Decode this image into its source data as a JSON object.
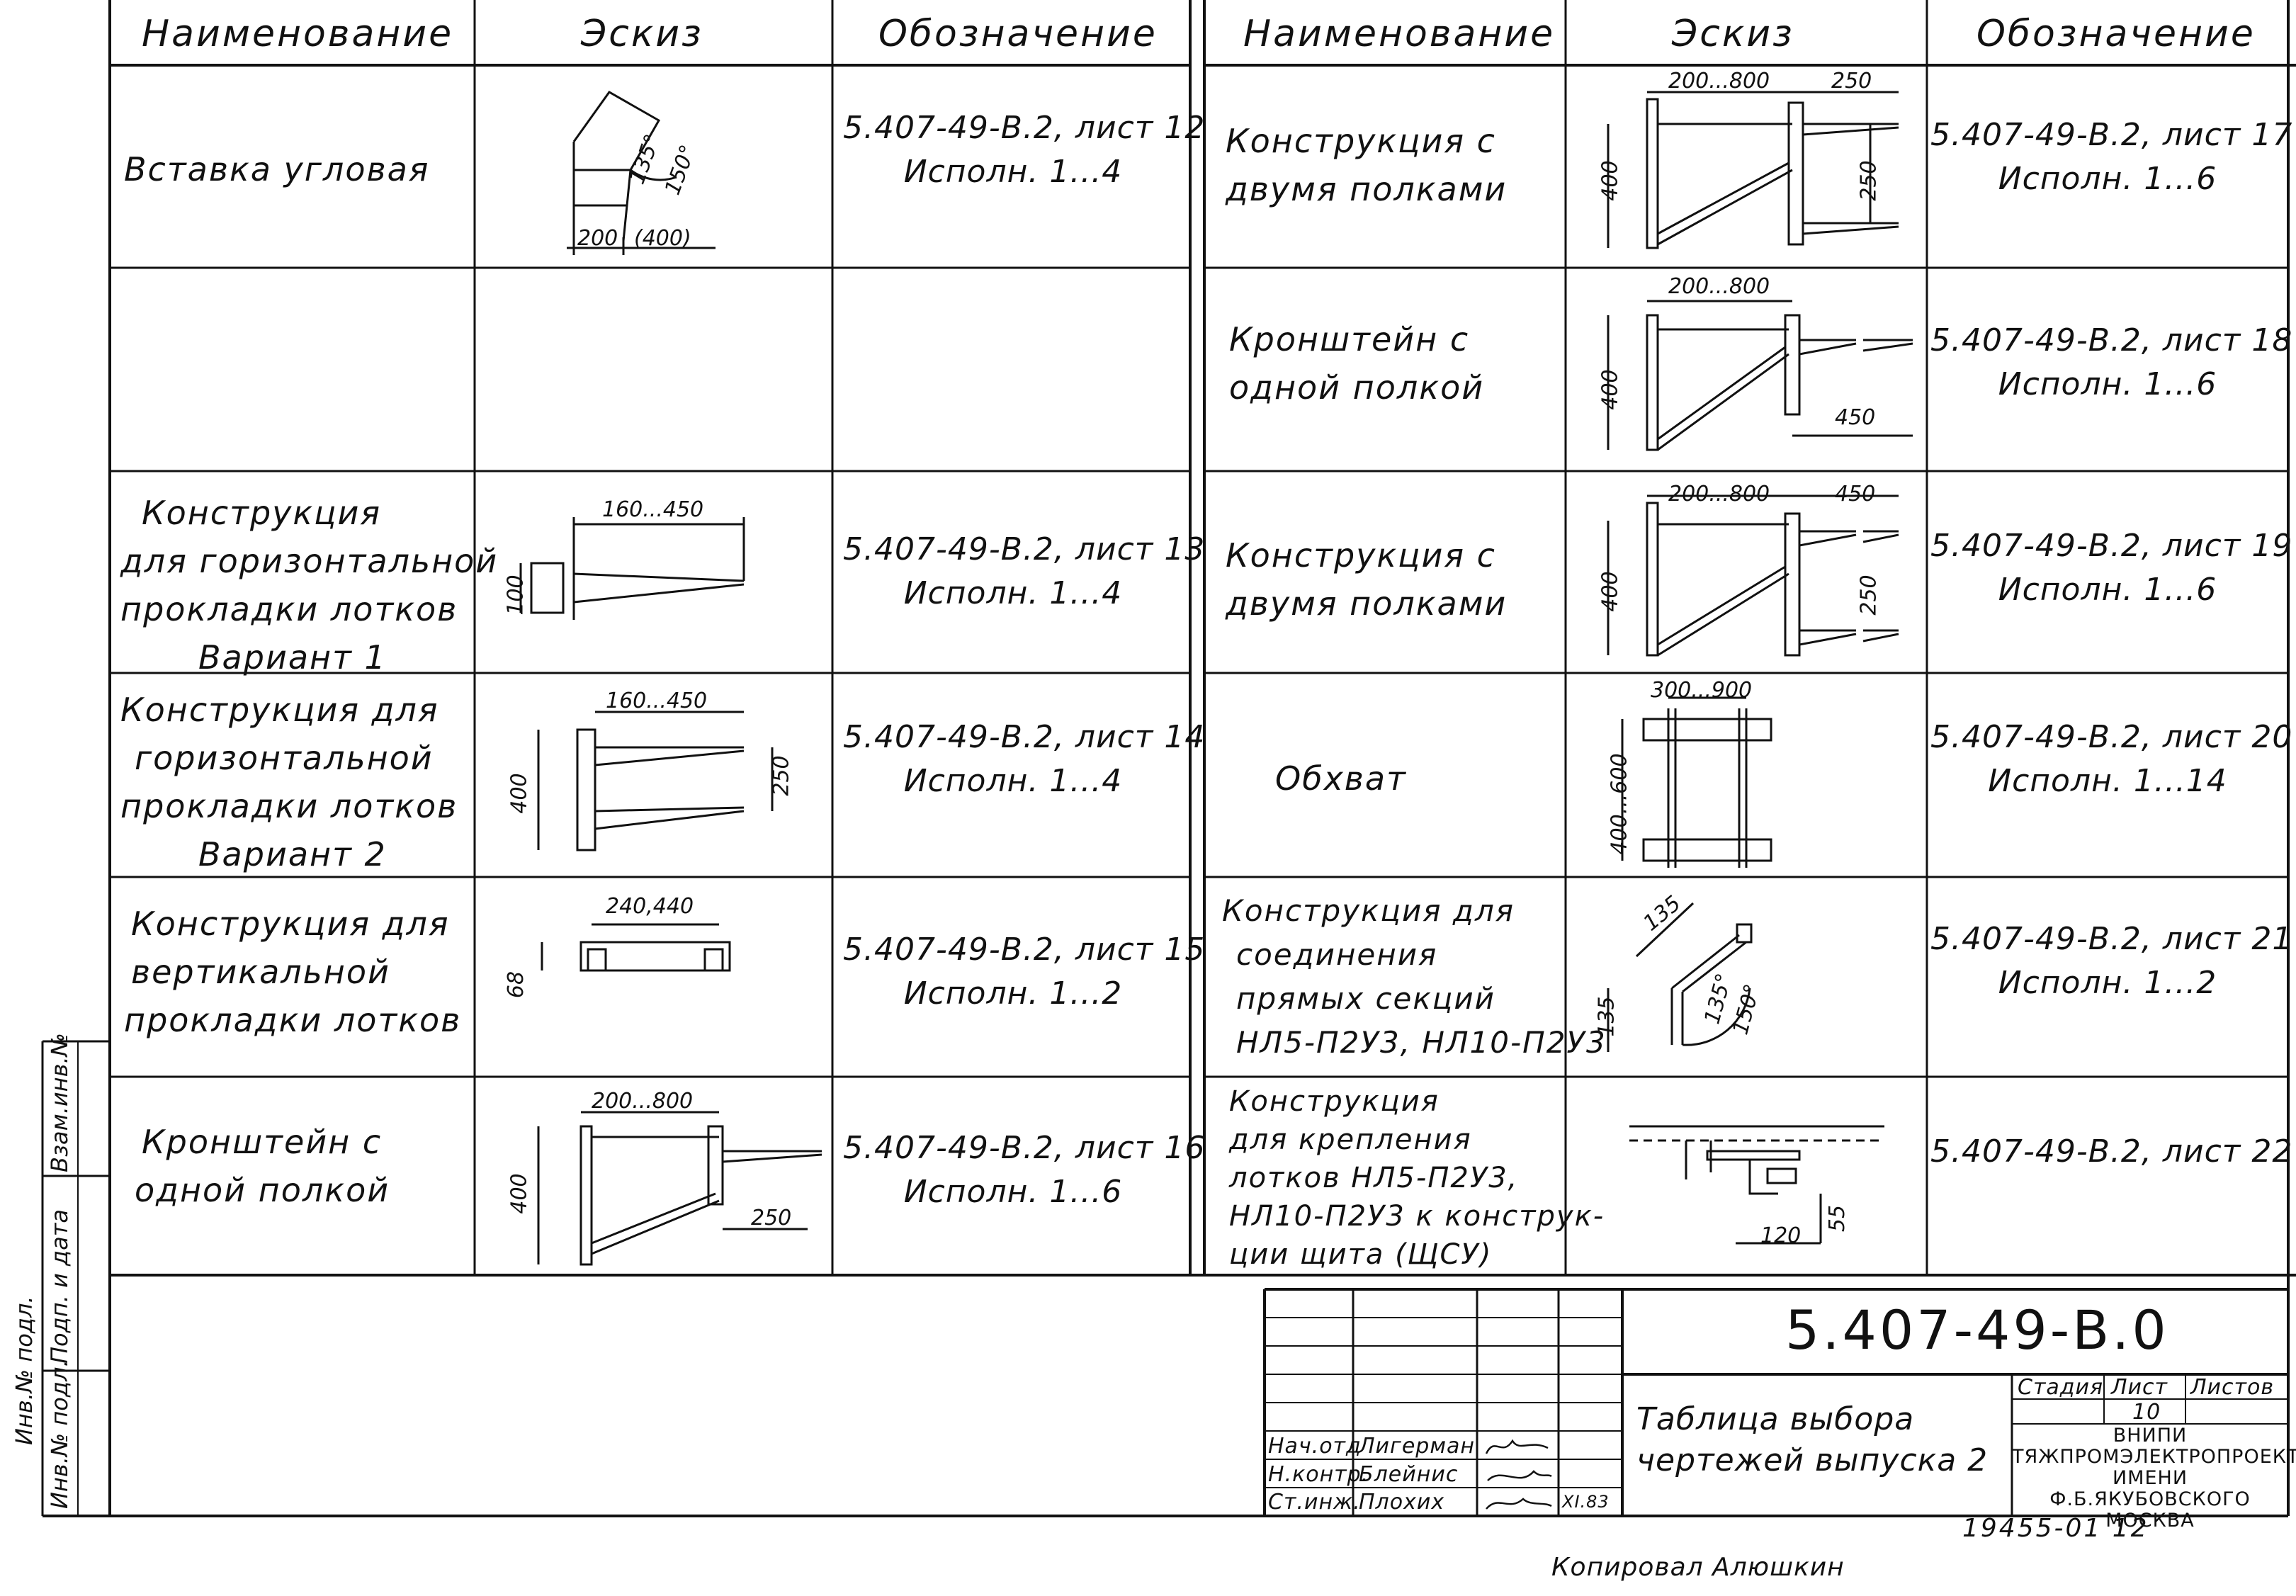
{
  "headers": {
    "left": [
      "Наименование",
      "Эскиз",
      "Обозначение"
    ],
    "right": [
      "Наименование",
      "Эскиз",
      "Обозначение"
    ]
  },
  "left_rows": [
    {
      "name": [
        "Вставка угловая"
      ],
      "designation": [
        "5.407-49-В.2, лист 12",
        "Исполн. 1...4"
      ],
      "dims": [
        "135°",
        "150°",
        "200",
        "(400)"
      ]
    },
    {
      "name": [],
      "designation": [],
      "dims": []
    },
    {
      "name": [
        "Конструкция",
        "для горизонтальной",
        "прокладки лотков",
        "Вариант 1"
      ],
      "designation": [
        "5.407-49-В.2, лист 13",
        "Исполн. 1...4"
      ],
      "dims": [
        "160...450",
        "100"
      ]
    },
    {
      "name": [
        "Конструкция для",
        "горизонтальной",
        "прокладки лотков",
        "Вариант 2"
      ],
      "designation": [
        "5.407-49-В.2, лист 14",
        "Исполн. 1...4"
      ],
      "dims": [
        "160...450",
        "400",
        "250"
      ]
    },
    {
      "name": [
        "Конструкция для",
        "вертикальной",
        "прокладки лотков"
      ],
      "designation": [
        "5.407-49-В.2, лист 15",
        "Исполн. 1...2"
      ],
      "dims": [
        "240,440",
        "68"
      ]
    },
    {
      "name": [
        "Кронштейн с",
        "одной полкой"
      ],
      "designation": [
        "5.407-49-В.2, лист 16",
        "Исполн. 1...6"
      ],
      "dims": [
        "200...800",
        "400",
        "250"
      ]
    }
  ],
  "right_rows": [
    {
      "name": [
        "Конструкция с",
        "двумя полками"
      ],
      "designation": [
        "5.407-49-В.2, лист 17",
        "Исполн. 1...6"
      ],
      "dims": [
        "200...800",
        "250",
        "400",
        "250"
      ]
    },
    {
      "name": [
        "Кронштейн с",
        "одной полкой"
      ],
      "designation": [
        "5.407-49-В.2, лист 18",
        "Исполн. 1...6"
      ],
      "dims": [
        "200...800",
        "400",
        "450"
      ]
    },
    {
      "name": [
        "Конструкция с",
        "двумя полками"
      ],
      "designation": [
        "5.407-49-В.2, лист 19",
        "Исполн. 1...6"
      ],
      "dims": [
        "200...800",
        "450",
        "400",
        "250"
      ]
    },
    {
      "name": [
        "Обхват"
      ],
      "designation": [
        "5.407-49-В.2, лист 20",
        "Исполн. 1...14"
      ],
      "dims": [
        "300...900",
        "400...600"
      ]
    },
    {
      "name": [
        "Конструкция для",
        "соединения",
        "прямых секций",
        "НЛ5-П2У3, НЛ10-П2У3"
      ],
      "designation": [
        "5.407-49-В.2, лист 21",
        "Исполн. 1...2"
      ],
      "dims": [
        "135",
        "135",
        "135°",
        "150°"
      ]
    },
    {
      "name": [
        "Конструкция",
        "для крепления",
        "лотков НЛ5-П2У3,",
        "НЛ10-П2У3 к конструк-",
        "ции щита (ЩСУ)"
      ],
      "designation": [
        "5.407-49-В.2, лист 22"
      ],
      "dims": [
        "120",
        "55"
      ]
    }
  ],
  "side_stamp": [
    "Инв.№ подл.",
    "Подп. и дата",
    "Взам.инв.№"
  ],
  "title_block": {
    "code": "5.407-49-В.0",
    "title": [
      "Таблица выбора",
      "чертежей выпуска 2"
    ],
    "roles": [
      "Нач.отд",
      "Н.контр.",
      "Ст.инж."
    ],
    "people": [
      "Лигерман",
      "Блейнис",
      "Плохих"
    ],
    "date": "XI.83",
    "stage_hdr": "Стадия",
    "sheet_hdr": "Лист",
    "sheets_hdr": "Листов",
    "sheet": "10",
    "org": [
      "ВНИПИ",
      "ТЯЖПРОМЭЛЕКТРОПРОЕКТ",
      "ИМЕНИ Ф.Б.ЯКУБОВСКОГО",
      "МОСКВА"
    ]
  },
  "footer": {
    "number": "19455-01  12",
    "copied": "Копировал Алюшкин"
  }
}
